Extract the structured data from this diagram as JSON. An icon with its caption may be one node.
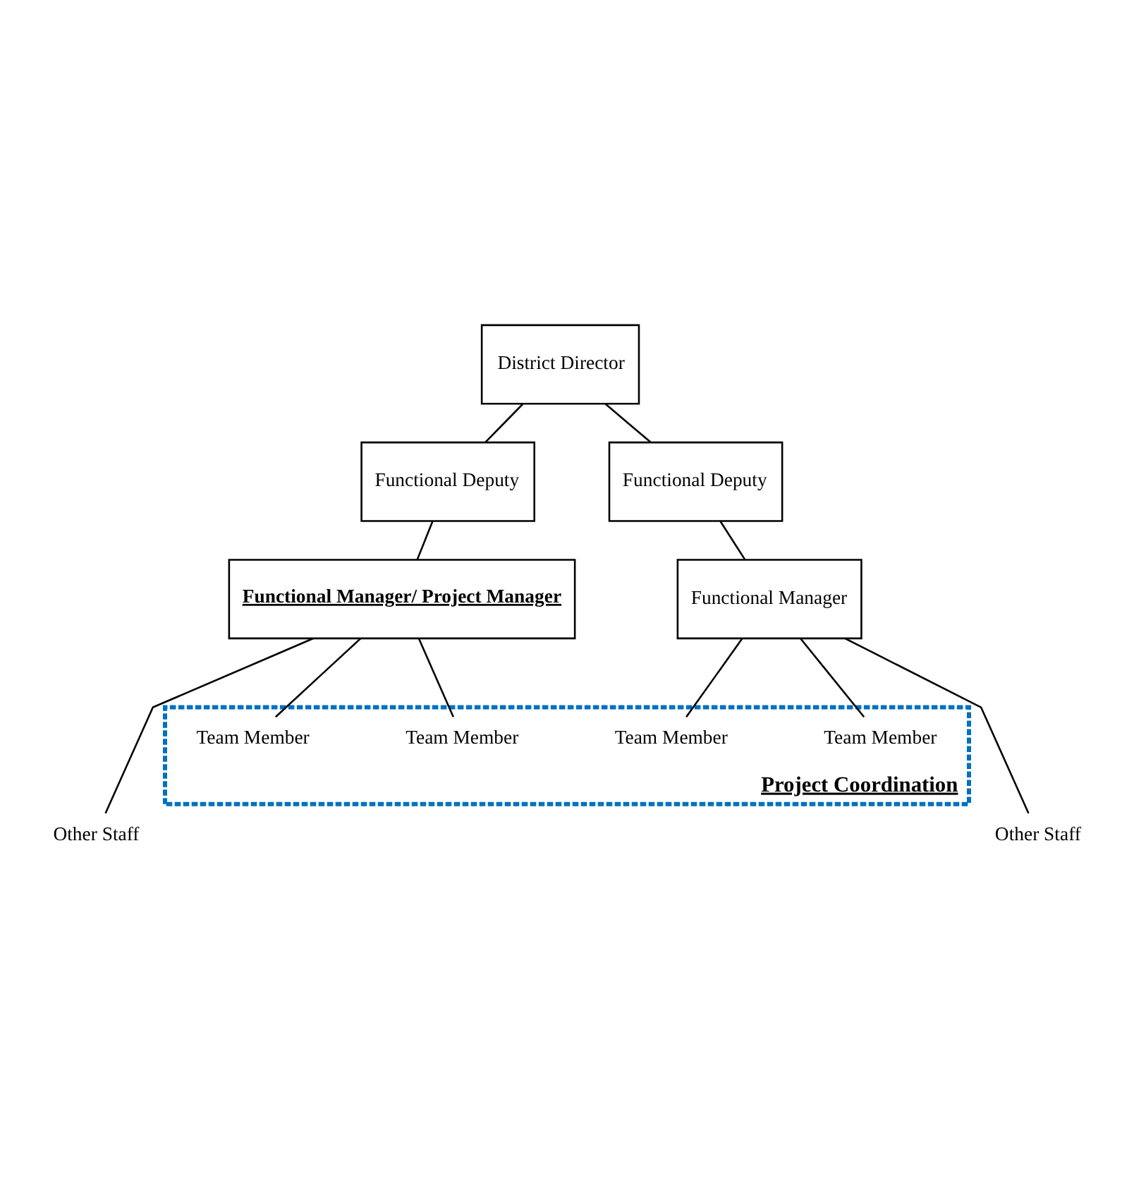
{
  "diagram": {
    "nodes": [
      {
        "text": [
          "District Director"
        ]
      },
      {
        "text": [
          "Functional Deputy"
        ]
      },
      {
        "text": [
          "Functional Deputy"
        ]
      },
      {
        "text": [
          "Functional Manager/ Project Manager"
        ]
      },
      {
        "text": [
          "Functional Manager"
        ]
      },
      {
        "text": [
          "Project Coordination"
        ]
      },
      {
        "text": [
          "Team Member"
        ],
        "in": 5
      },
      {
        "text": [
          "Team Member"
        ],
        "in": 5
      },
      {
        "text": [
          "Team Member"
        ],
        "in": 5
      },
      {
        "text": [
          "Team Member"
        ],
        "in": 5
      },
      {
        "text": [
          "Other Staff"
        ]
      },
      {
        "text": [
          "Other Staff"
        ]
      }
    ],
    "edges": [
      {
        "from": 0,
        "to": 1,
        "arrow": "none"
      },
      {
        "from": 0,
        "to": 2,
        "arrow": "none"
      },
      {
        "from": 1,
        "to": 3,
        "arrow": "none"
      },
      {
        "from": 2,
        "to": 4,
        "arrow": "none"
      },
      {
        "from": 3,
        "to": 6,
        "arrow": "none"
      },
      {
        "from": 3,
        "to": 8,
        "arrow": "none"
      },
      {
        "from": 3,
        "to": 10,
        "arrow": "none"
      },
      {
        "from": 4,
        "to": 7,
        "arrow": "none"
      },
      {
        "from": 4,
        "to": 9,
        "arrow": "none"
      },
      {
        "from": 4,
        "to": 11,
        "arrow": "none"
      }
    ]
  }
}
